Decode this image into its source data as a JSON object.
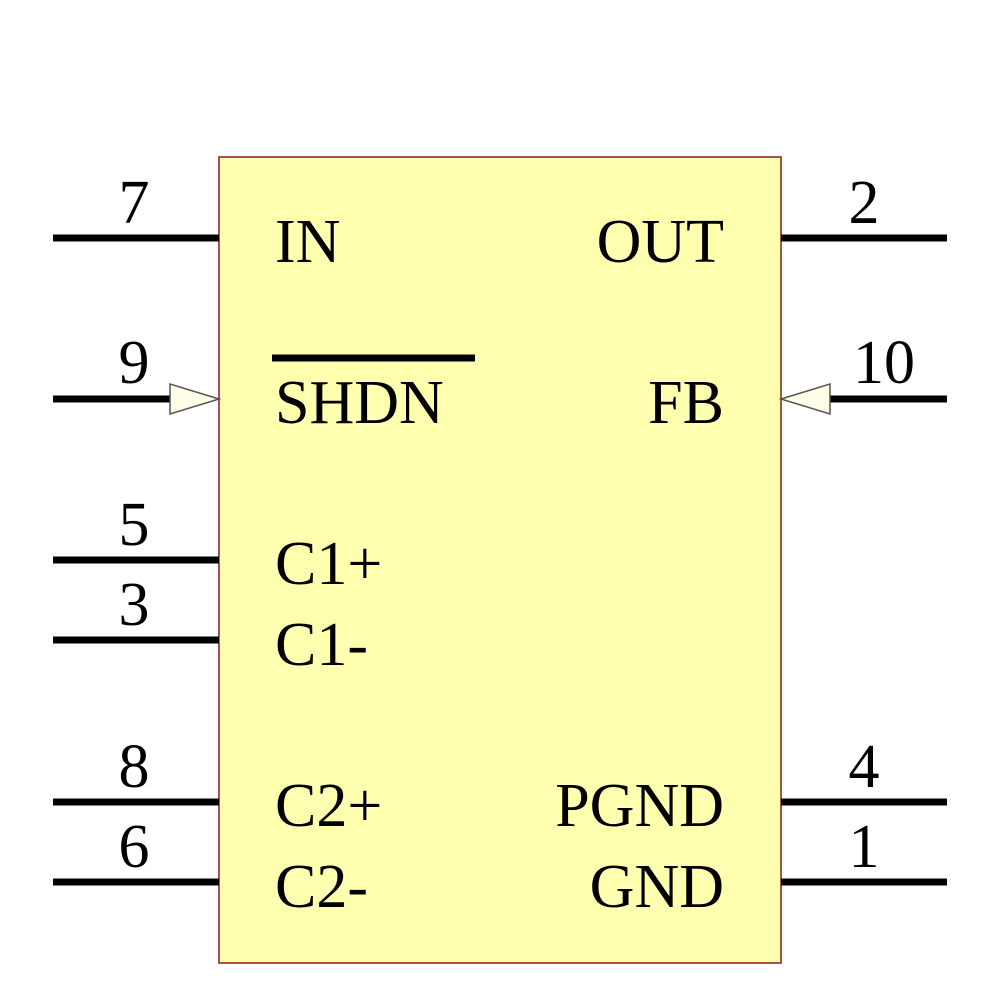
{
  "component": {
    "body_color": "#ffffb0",
    "outline_color": "#8b1a1a",
    "pins_left": [
      {
        "number": "7",
        "name": "IN",
        "input_arrow": false
      },
      {
        "number": "9",
        "name": "SHDN",
        "input_arrow": true,
        "overbar": true
      },
      {
        "number": "5",
        "name": "C1+",
        "input_arrow": false
      },
      {
        "number": "3",
        "name": "C1-",
        "input_arrow": false
      },
      {
        "number": "8",
        "name": "C2+",
        "input_arrow": false
      },
      {
        "number": "6",
        "name": "C2-",
        "input_arrow": false
      }
    ],
    "pins_right": [
      {
        "number": "2",
        "name": "OUT",
        "input_arrow": false
      },
      {
        "number": "10",
        "name": "FB",
        "input_arrow": true
      },
      {
        "number": "4",
        "name": "PGND",
        "input_arrow": false
      },
      {
        "number": "1",
        "name": "GND",
        "input_arrow": false
      }
    ]
  }
}
